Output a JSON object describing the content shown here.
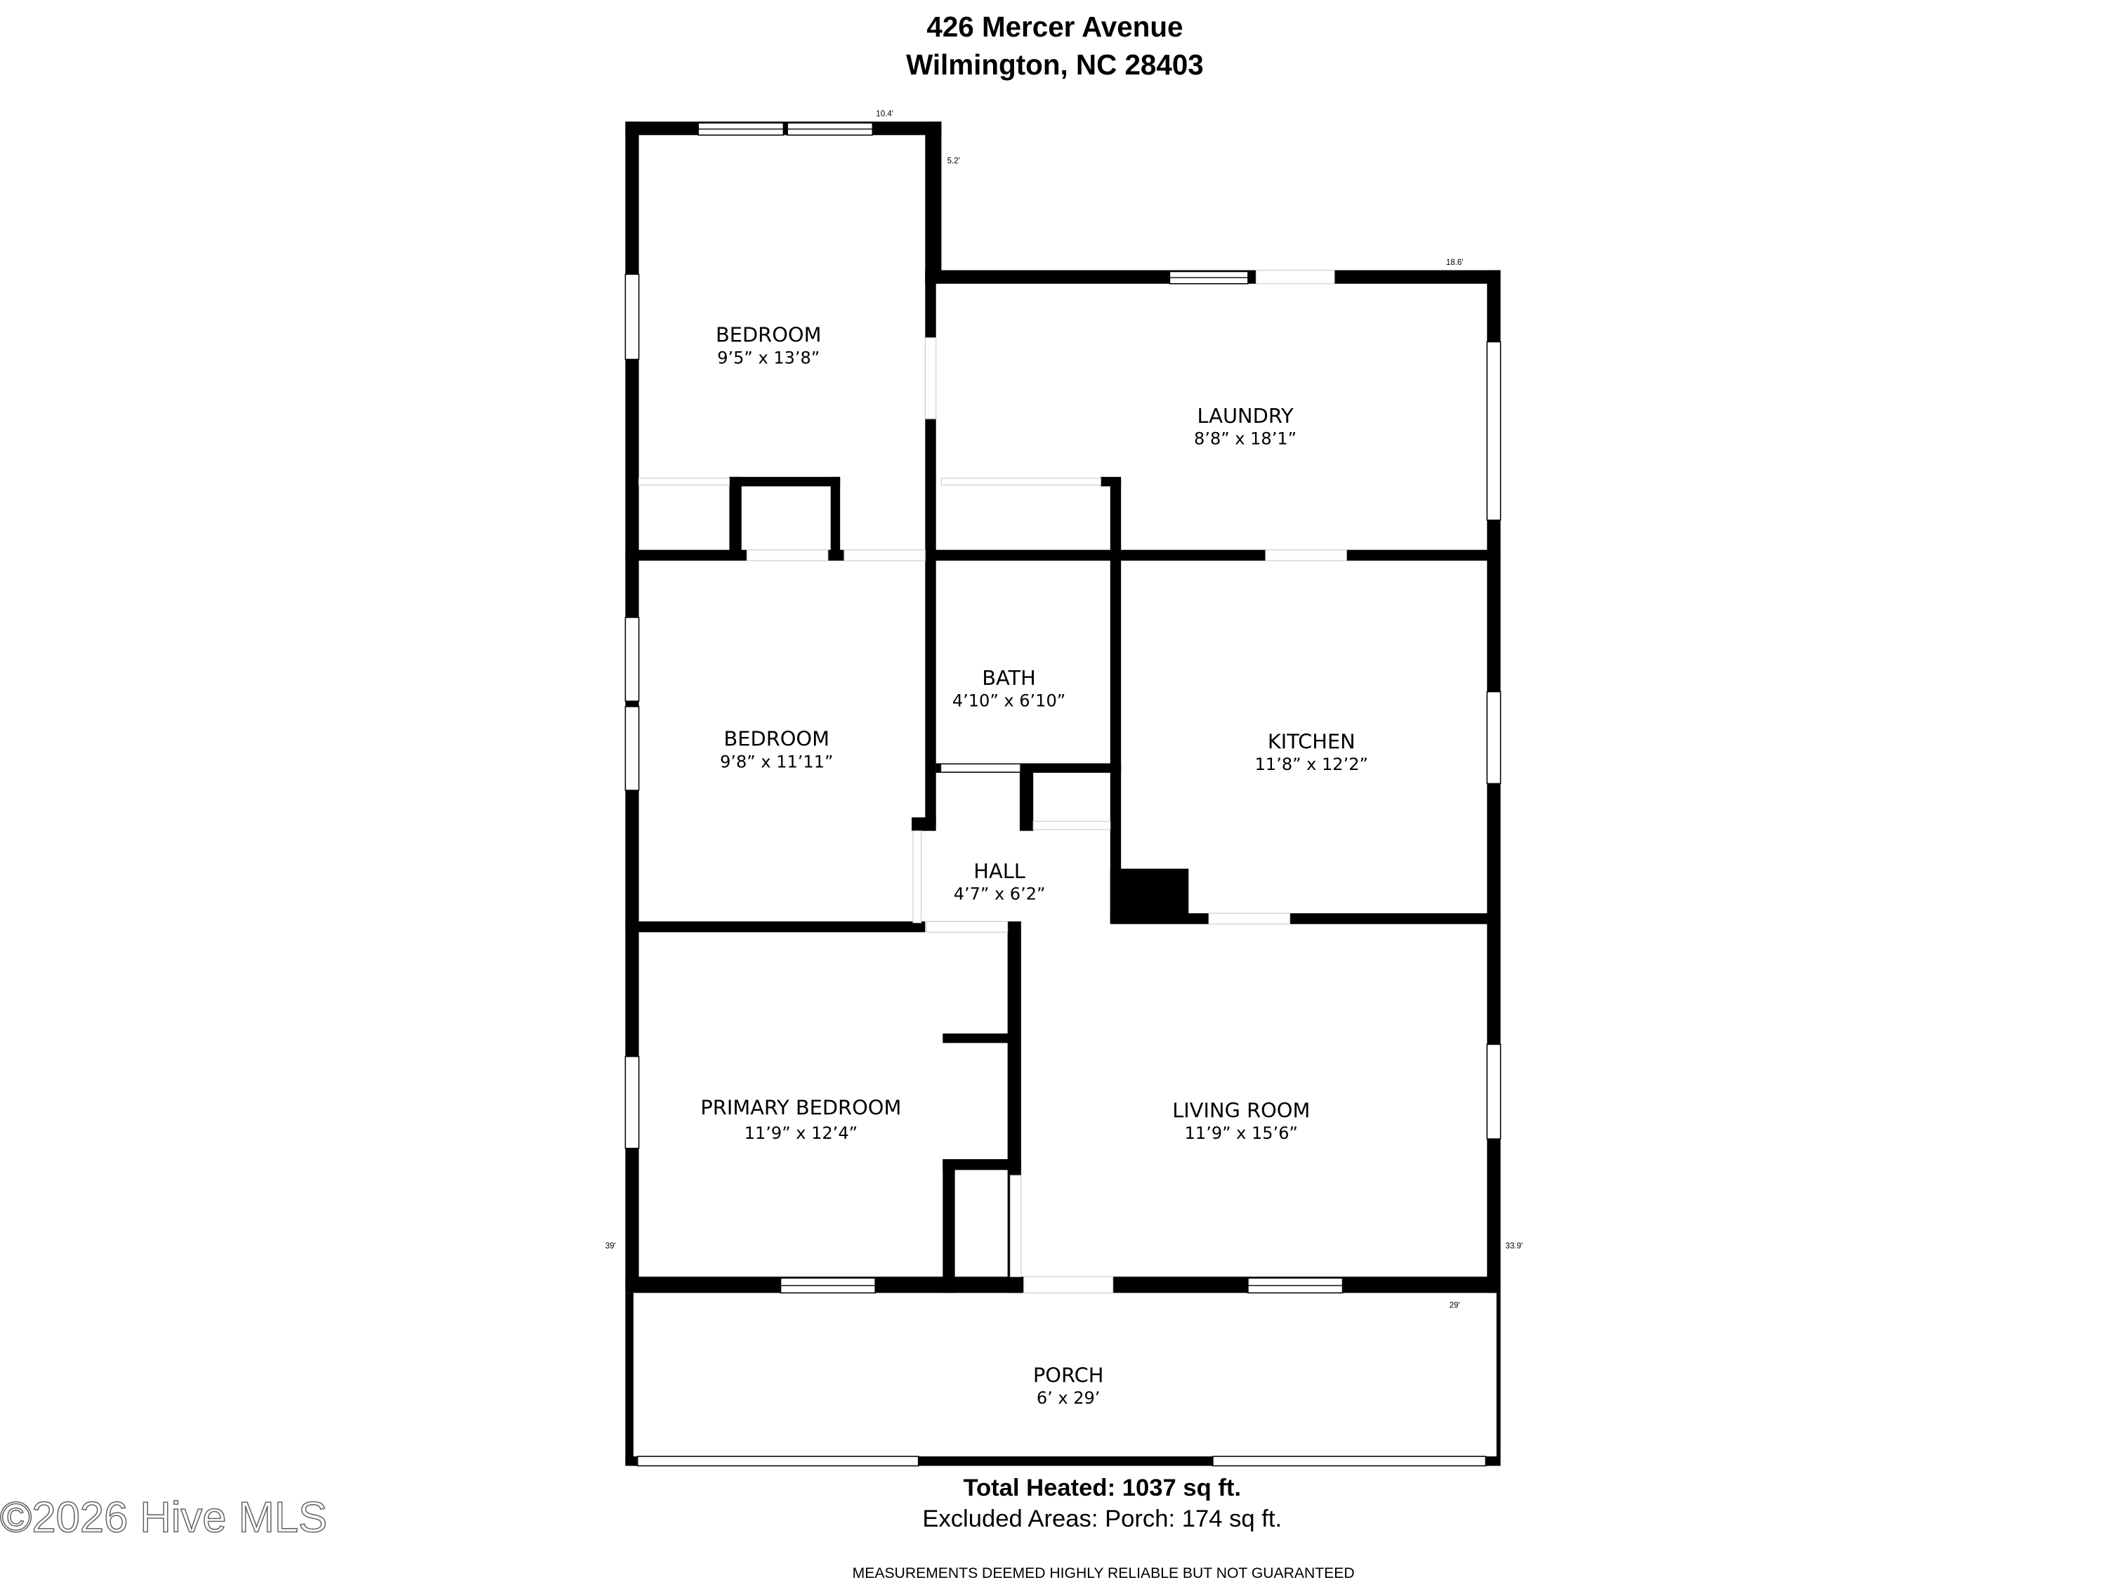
{
  "header": {
    "line1": "426 Mercer Avenue",
    "line2": "Wilmington, NC 28403"
  },
  "rooms": [
    {
      "name": "BEDROOM",
      "size": "9’5” x 13’8”"
    },
    {
      "name": "LAUNDRY",
      "size": "8’8” x 18’1”"
    },
    {
      "name": "BATH",
      "size": "4’10” x 6’10”"
    },
    {
      "name": "BEDROOM",
      "size": "9’8” x 11’11”"
    },
    {
      "name": "KITCHEN",
      "size": "11’8” x 12’2”"
    },
    {
      "name": "HALL",
      "size": "4’7” x 6’2”"
    },
    {
      "name": "PRIMARY BEDROOM",
      "size": "11’9” x 12’4”"
    },
    {
      "name": "LIVING ROOM",
      "size": "11’9” x 15’6”"
    },
    {
      "name": "PORCH",
      "size": "6’ x 29’"
    }
  ],
  "dimensions": {
    "top_bedroom_width": "10.4'",
    "top_offset": "5.2'",
    "laundry_width": "18.6'",
    "left_depth": "39'",
    "right_depth": "33.9'",
    "porch_width": "29'"
  },
  "footer": {
    "total_heated": "Total Heated: 1037 sq ft.",
    "excluded": "Excluded Areas: Porch: 174 sq ft.",
    "disclaimer": "MEASUREMENTS DEEMED HIGHLY RELIABLE BUT NOT GUARANTEED",
    "watermark": "©2026 Hive MLS"
  }
}
